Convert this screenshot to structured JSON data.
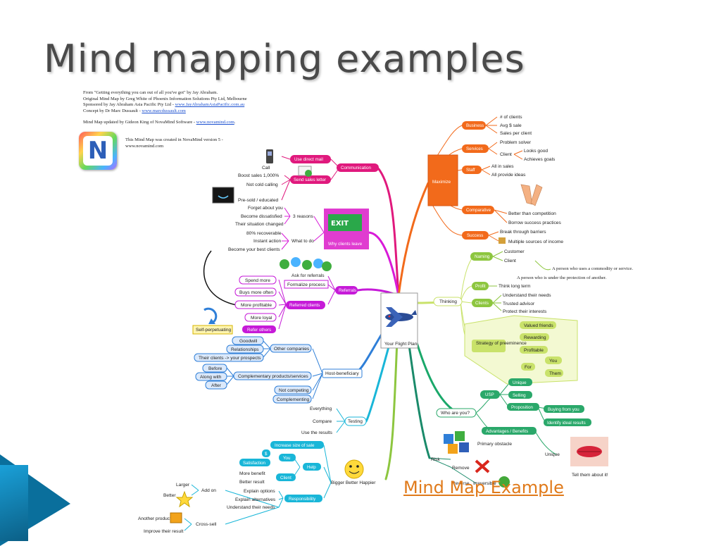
{
  "slide": {
    "title": "Mind mapping examples",
    "caption": "Mind Map Example"
  },
  "credits": {
    "line1": "From \"Getting everything you can out of all you've got\" by Jay Abraham.",
    "line2": "Original Mind Map by Greg White of Phoenix Information Solutions Pty Ltd, Melbourne",
    "line3a": "Sponsored by Jay Abraham Asia Pacific Pty Ltd - ",
    "line3_link": "www.JayAbrahamAsiaPacific.com.au",
    "line4a": "Concept by Dr Marc Dussault - ",
    "line4_link": "www.marcdussault.com",
    "line5a": "Mind Map updated by Gideon King of NovaMind Software - ",
    "line5_link": "www.novamind.com",
    "line5b": ".",
    "nova1": "This Mind Map was created in NovaMind version 5 -",
    "nova_link": "www.novamind.com",
    "logo_letter": "N"
  },
  "center": {
    "label": "Your Flight Plan"
  },
  "branches": {
    "communication": "Communication",
    "use_direct_mail": "Use direct mail",
    "send_sales_letter": "Send sales letter",
    "call": "Call",
    "boost_sales": "Boost sales 1,000%",
    "not_cold": "Not cold calling",
    "pre_sold": "Pre-sold / educated",
    "why_clients_leave": "Why clients leave",
    "three_reasons": "3 reasons",
    "forget": "Forget about you",
    "dissatisfied": "Become dissatisfied",
    "situation": "Their situation changed",
    "what_to_do": "What to do",
    "recoverable": "80% recoverable",
    "instant": "Instant action",
    "best_clients": "Become your best clients",
    "referrals": "Referrals",
    "ask_referrals": "Ask for referrals",
    "formalize": "Formalize process",
    "referred_clients": "Referred clients",
    "spend_more": "Spend more",
    "buys_more": "Buys more often",
    "more_profitable": "More profitable",
    "more_loyal": "More loyal",
    "refer_others": "Refer others",
    "self_perpetuating": "Self-perpetuating",
    "host_beneficiary": "Host-beneficiary",
    "other_companies": "Other companies",
    "goodwill": "Goodwill",
    "relationships": "Relationships",
    "their_clients": "Their clients -> your prospects",
    "complementary": "Complementary products/services",
    "before": "Before",
    "along_with": "Along with",
    "after": "After",
    "not_competing": "Not competing",
    "complementing": "Complementing",
    "testing": "Testing",
    "everything": "Everything",
    "compare": "Compare",
    "use_results": "Use the results",
    "bigger": "Bigger Better Happier",
    "increase_size": "Increase size of sale",
    "dollar": "$",
    "satisfaction": "Satisfaction",
    "you": "You",
    "help": "Help",
    "client": "Client",
    "more_benefit": "More benefit",
    "better_result": "Better result",
    "responsibility": "Responsibility",
    "explain_options": "Explain options",
    "explain_alternatives": "Explain alternatives",
    "understand_needs": "Understand their needs",
    "add_on": "Add on",
    "larger": "Larger",
    "better": "Better",
    "cross_sell": "Cross-sell",
    "another_product": "Another product",
    "improve_result": "Improve their result",
    "maximize": "Maximize",
    "business": "Business",
    "num_clients": "# of clients",
    "avg_sale": "Avg $ sale",
    "sales_per_client": "Sales per client",
    "services": "Services",
    "problem_solver": "Problem solver",
    "client2": "Client",
    "looks_good": "Looks good",
    "achieves_goals": "Achieves goals",
    "staff": "Staff",
    "all_in_sales": "All in sales",
    "all_provide": "All provide ideas",
    "comparative": "Comparative",
    "better_than": "Better than competition",
    "borrow": "Borrow success practices",
    "success": "Success",
    "break_through": "Break through barriers",
    "multiple_sources": "Multiple sources of income",
    "thinking": "Thinking",
    "naming": "Naming",
    "customer": "Customer",
    "client3": "Client",
    "person_commodity": "A person who uses a commodity or service.",
    "person_protection": "A person who is under the protection of another.",
    "profit": "Profit",
    "think_long": "Think long term",
    "clients": "Clients",
    "understand": "Understand their needs",
    "trusted": "Trusted advisor",
    "protect": "Protect their interests",
    "strategy": "Strategy of preeminence",
    "valued_friends": "Valued friends",
    "rewarding": "Rewarding",
    "profitable": "Profitable",
    "for": "For",
    "you2": "You",
    "them": "Them",
    "who_are_you": "Who are you?",
    "usp": "USP",
    "unique": "Unique",
    "selling": "Selling",
    "proposition": "Proposition",
    "buying_from_you": "Buying from you",
    "identify_ideal": "Identify ideal results",
    "advantages": "Advantages / Benefits",
    "unique2": "Unique",
    "tell_them": "Tell them about it!",
    "risk": "Risk",
    "primary_obstacle": "Primary obstacle",
    "remove": "Remove",
    "reverse": "Reverse",
    "irreversible": "Irreversible",
    "exit_sign": "EXIT"
  },
  "colors": {
    "orange": "#f26a1b",
    "pink": "#e0197d",
    "magenta": "#d81ad8",
    "blue": "#2f7fd8",
    "cyan": "#19b6d8",
    "green": "#8dc63f",
    "yellow_green": "#c9e26a",
    "red_pill": "#e53a3a"
  }
}
